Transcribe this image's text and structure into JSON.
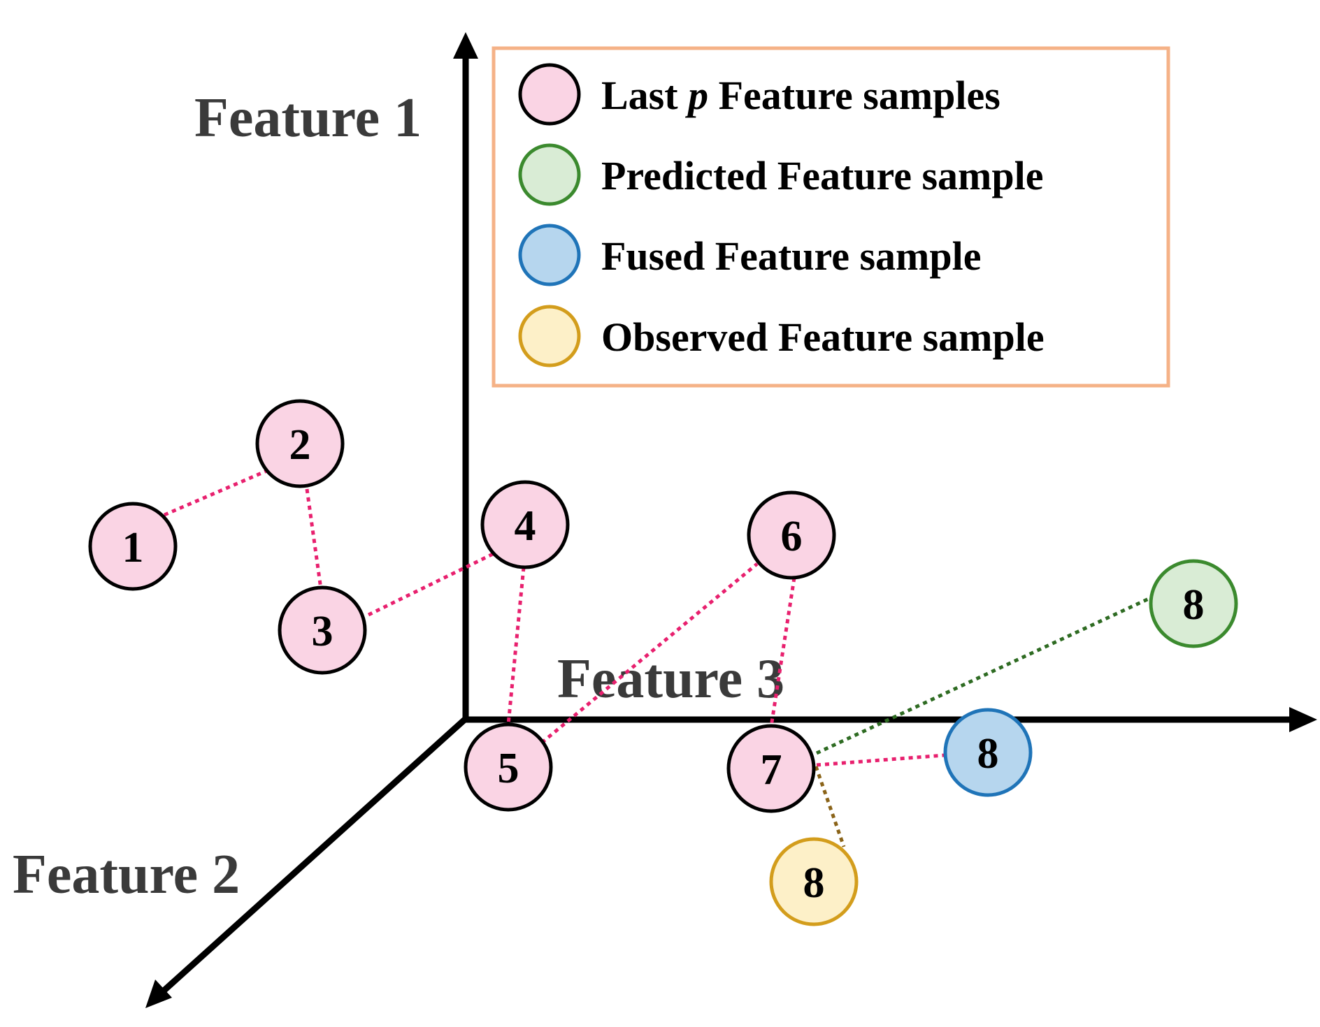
{
  "axes": {
    "feature1": "Feature 1",
    "feature2": "Feature 2",
    "feature3": "Feature 3"
  },
  "legend": {
    "items": [
      {
        "prefix": "Last ",
        "italic": "p",
        "suffix": " Feature samples",
        "fill": "#fad4e4",
        "stroke": "#000000"
      },
      {
        "prefix": "Predicted Feature sample",
        "italic": "",
        "suffix": "",
        "fill": "#d9ecd5",
        "stroke": "#3b8a2e"
      },
      {
        "prefix": "Fused Feature sample",
        "italic": "",
        "suffix": "",
        "fill": "#b6d6ee",
        "stroke": "#1f74b8"
      },
      {
        "prefix": "Observed Feature sample",
        "italic": "",
        "suffix": "",
        "fill": "#fdf0c8",
        "stroke": "#d39d1c"
      }
    ],
    "border_color": "#f5b287"
  },
  "nodes": {
    "n1": "1",
    "n2": "2",
    "n3": "3",
    "n4": "4",
    "n5": "5",
    "n6": "6",
    "n7": "7",
    "predicted": "8",
    "fused": "8",
    "observed": "8"
  },
  "colors": {
    "pink_line": "#e8206e",
    "green_line": "#2e6b22",
    "brown_line": "#8a6318"
  }
}
